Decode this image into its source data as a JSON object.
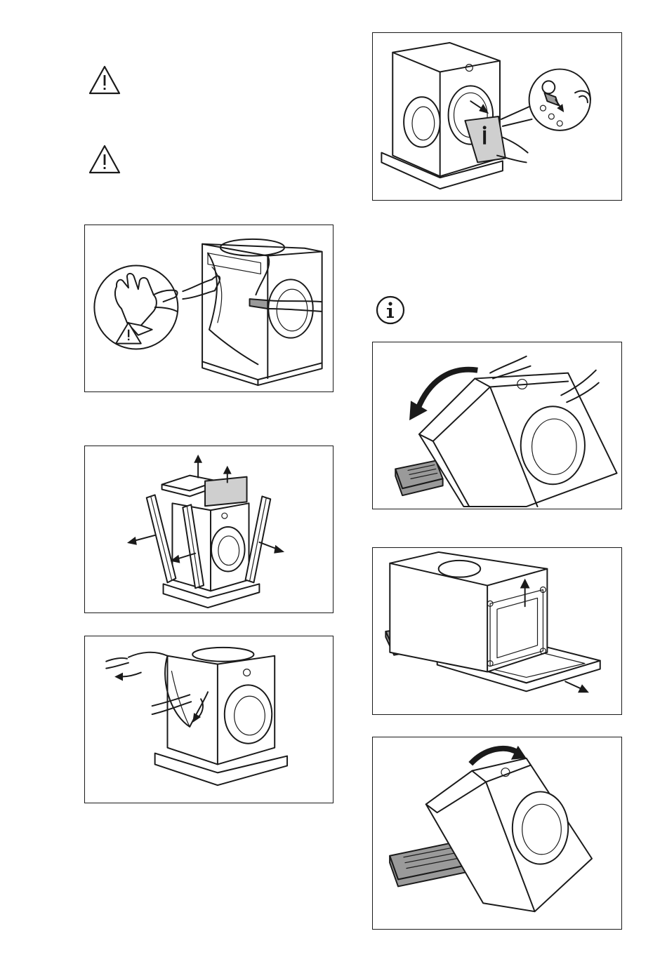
{
  "page": {
    "background": "#ffffff",
    "line_color": "#1a1a1a",
    "shade_color": "#cfcfcf"
  },
  "icons": {
    "warning_1": "warning-triangle-icon",
    "warning_2": "warning-triangle-icon",
    "info": "info-icon",
    "gloves_warning": "warning-triangle-icon"
  },
  "illustrations": [
    {
      "id": "remove-packaging-film-with-gloves",
      "panel": "left-1"
    },
    {
      "id": "remove-corner-protectors-and-top",
      "panel": "left-2"
    },
    {
      "id": "remove-plastic-bag",
      "panel": "left-3"
    },
    {
      "id": "remove-accessories-bag-from-drum",
      "panel": "right-1"
    },
    {
      "id": "tilt-machine-onto-side-block",
      "panel": "right-2"
    },
    {
      "id": "lift-machine-off-base",
      "panel": "right-3"
    },
    {
      "id": "tilt-machine-back-upright",
      "panel": "right-4"
    }
  ]
}
